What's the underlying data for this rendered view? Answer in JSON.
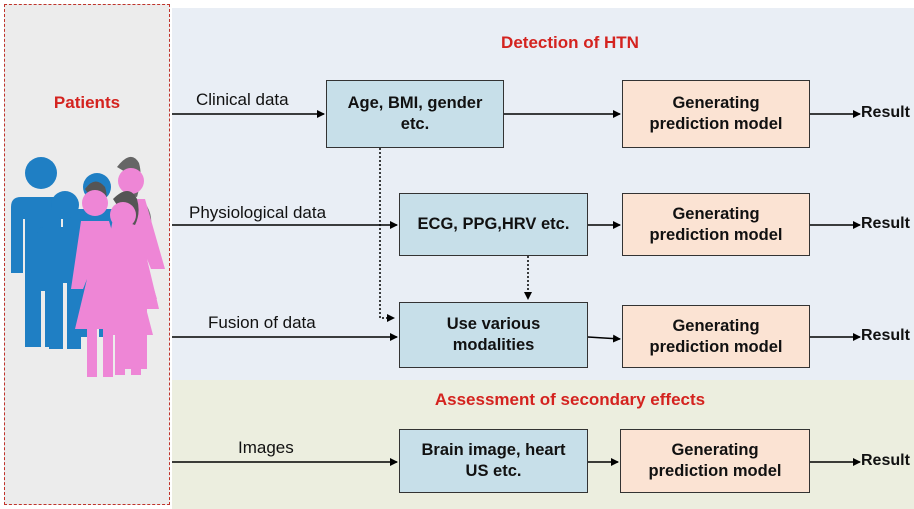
{
  "patients": {
    "label": "Patients",
    "icon": "patients-group-icon"
  },
  "sections": {
    "detection": "Detection of HTN",
    "assessment": "Assessment of secondary effects"
  },
  "streams": {
    "clinical": {
      "label": "Clinical data",
      "feature_box": "Age, BMI, gender\netc.",
      "model_box": "Generating\nprediction model",
      "result": "Result"
    },
    "physiological": {
      "label": "Physiological data",
      "feature_box": "ECG, PPG,HRV etc.",
      "model_box": "Generating\nprediction model",
      "result": "Result"
    },
    "fusion": {
      "label": "Fusion of data",
      "feature_box": "Use various\nmodalities",
      "model_box": "Generating\nprediction model",
      "result": "Result"
    },
    "images": {
      "label": "Images",
      "feature_box": "Brain image, heart\nUS etc.",
      "model_box": "Generating\nprediction model",
      "result": "Result"
    }
  },
  "colors": {
    "title_red": "#d4231f",
    "feature_box_fill": "#c7dfe9",
    "model_box_fill": "#fbe3d3",
    "detection_band": "#e9eef5",
    "assessment_band": "#eceedf",
    "person_blue": "#1f7fc4",
    "person_pink": "#ee86d6"
  }
}
